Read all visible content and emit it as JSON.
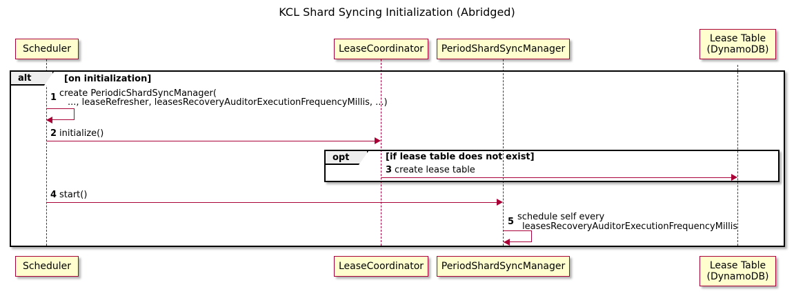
{
  "diagram": {
    "title": "KCL Shard Syncing Initialization (Abridged)",
    "type": "uml-sequence-diagram"
  },
  "participants": [
    {
      "id": "scheduler",
      "line1": "Scheduler",
      "line2": ""
    },
    {
      "id": "lease_coordinator",
      "line1": "LeaseCoordinator",
      "line2": ""
    },
    {
      "id": "period_shard_sync_manager",
      "line1": "PeriodShardSyncManager",
      "line2": ""
    },
    {
      "id": "lease_table",
      "line1": "Lease Table",
      "line2": "(DynamoDB)"
    }
  ],
  "fragments": [
    {
      "id": "alt",
      "operator": "alt",
      "guard": "[on initialization]"
    },
    {
      "id": "opt",
      "operator": "opt",
      "guard": "[if lease table does not exist]"
    }
  ],
  "messages": [
    {
      "number": "1",
      "line1": "create PeriodicShardSyncManager(",
      "line2": "..., leaseRefresher, leasesRecoveryAuditorExecutionFrequencyMillis, ...)",
      "from": "scheduler",
      "to": "scheduler",
      "kind": "self"
    },
    {
      "number": "2",
      "line1": "initialize()",
      "line2": "",
      "from": "scheduler",
      "to": "lease_coordinator",
      "kind": "sync"
    },
    {
      "number": "3",
      "line1": "create lease table",
      "line2": "",
      "from": "lease_coordinator",
      "to": "lease_table",
      "kind": "sync"
    },
    {
      "number": "4",
      "line1": "start()",
      "line2": "",
      "from": "scheduler",
      "to": "period_shard_sync_manager",
      "kind": "sync"
    },
    {
      "number": "5",
      "line1": "schedule self every",
      "line2": "leasesRecoveryAuditorExecutionFrequencyMillis",
      "from": "period_shard_sync_manager",
      "to": "period_shard_sync_manager",
      "kind": "self"
    }
  ],
  "colors": {
    "participant_fill": "#FEFECE",
    "participant_border": "#A80036",
    "arrow": "#A80036",
    "frame_border": "#000000",
    "frame_tab_fill": "#EEEEEE",
    "text": "#000000",
    "background": "#FFFFFF"
  }
}
